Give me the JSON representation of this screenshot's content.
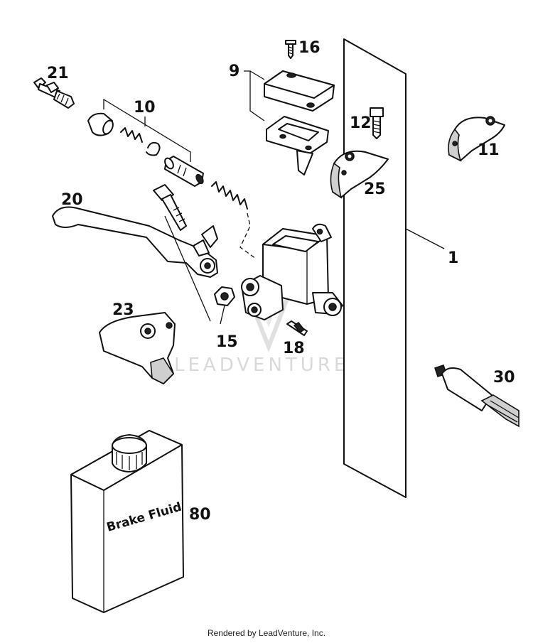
{
  "labels": {
    "l1": "1",
    "l9": "9",
    "l10": "10",
    "l11": "11",
    "l12": "12",
    "l15": "15",
    "l16": "16",
    "l18": "18",
    "l20": "20",
    "l21": "21",
    "l23": "23",
    "l25": "25",
    "l30": "30",
    "l80": "80"
  },
  "container_text": "Brake Fluid",
  "watermark": "LEADVENTURE",
  "footer": "Rendered by LeadVenture, Inc."
}
